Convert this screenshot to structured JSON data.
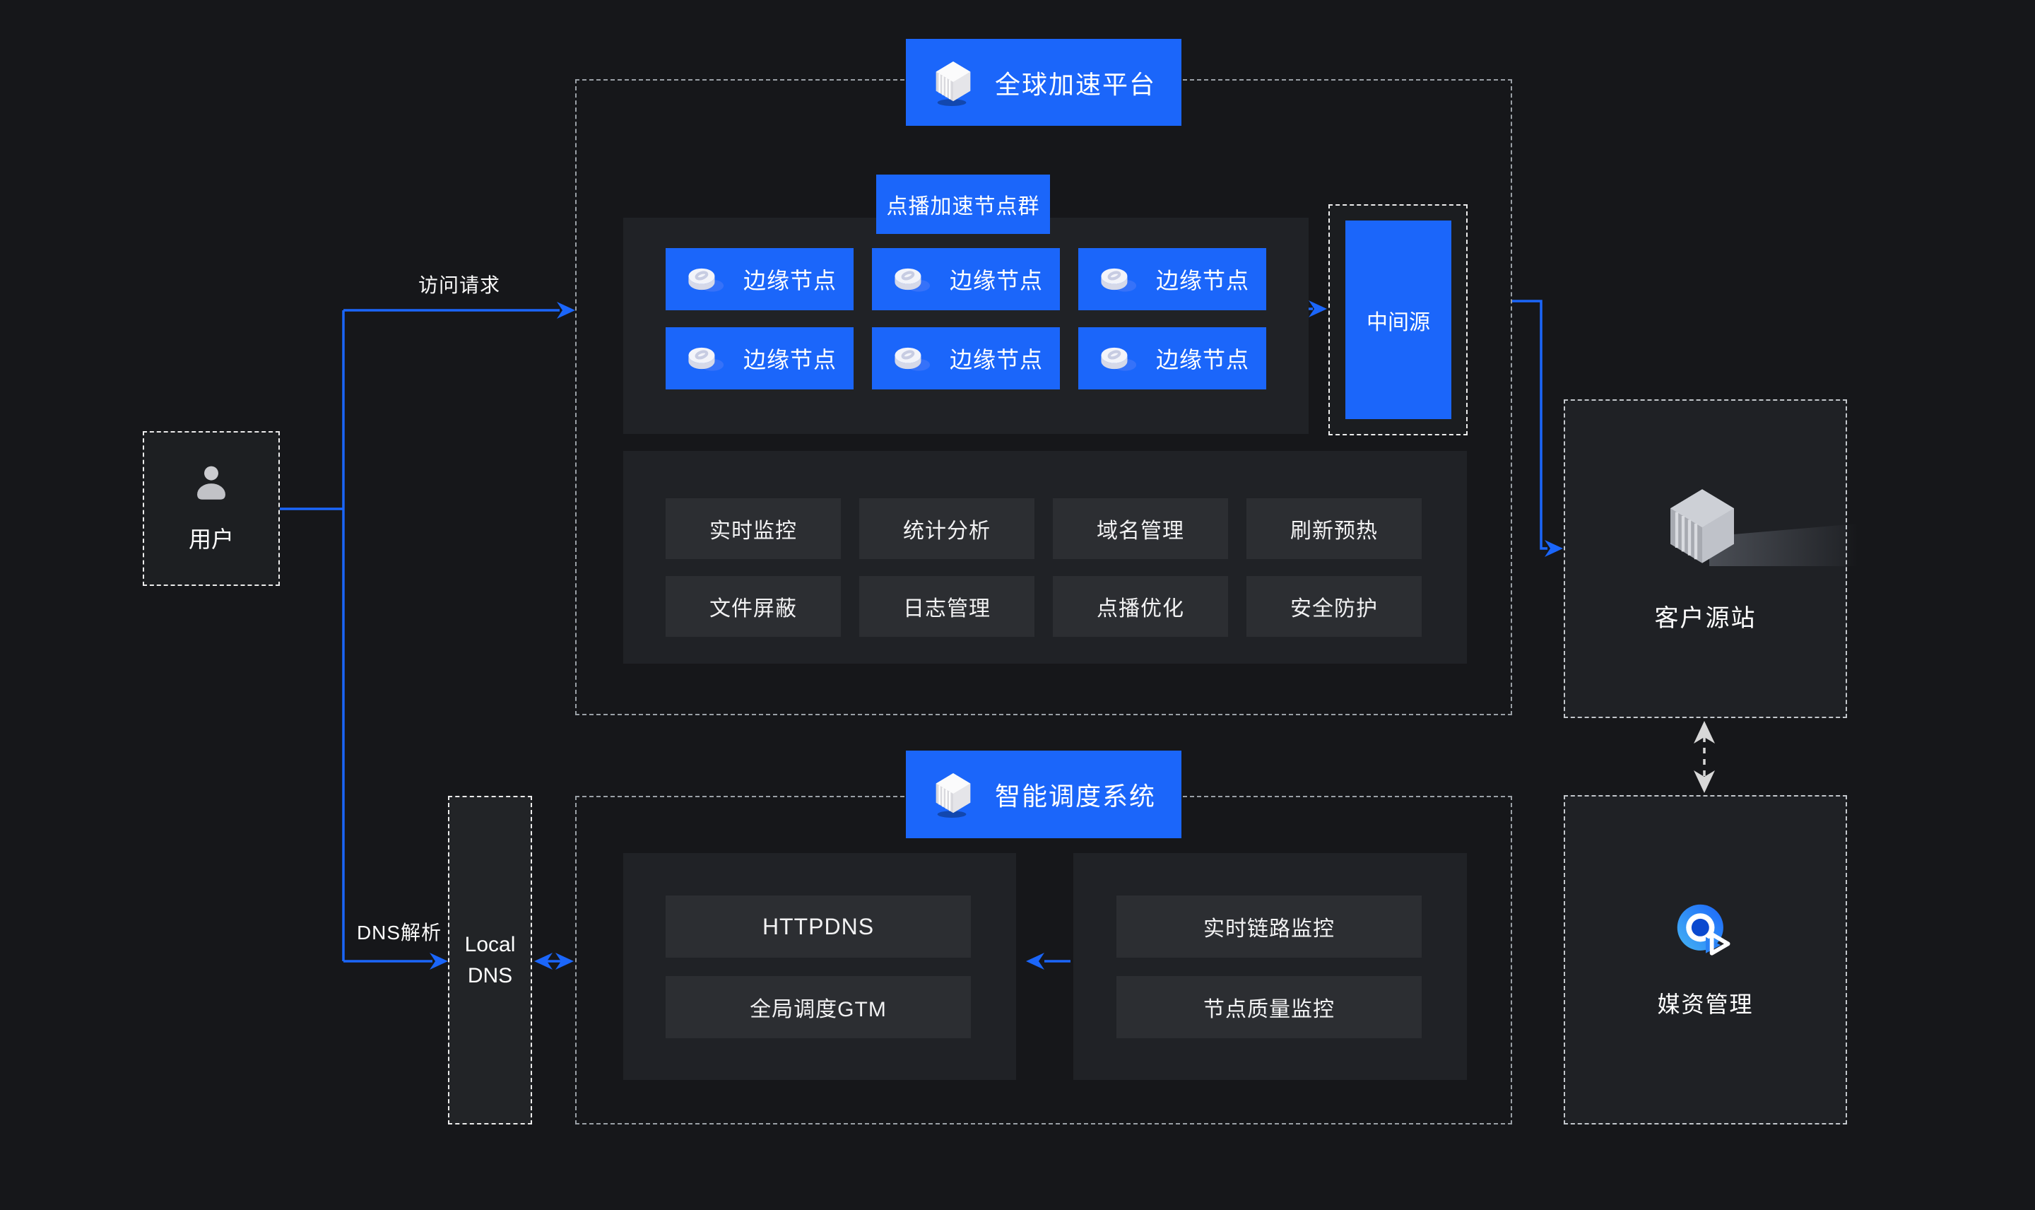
{
  "colors": {
    "accent_blue": "#1b66fa",
    "background": "#16171a",
    "panel": "#202226",
    "chip": "#2c2e32"
  },
  "platform_header": {
    "title": "全球加速平台",
    "icon": "cube-icon"
  },
  "cluster": {
    "title": "点播加速节点群",
    "node_icon": "disc-icon",
    "nodes": [
      "边缘节点",
      "边缘节点",
      "边缘节点",
      "边缘节点",
      "边缘节点",
      "边缘节点"
    ]
  },
  "mid_origin": {
    "label": "中间源"
  },
  "features": [
    "实时监控",
    "统计分析",
    "域名管理",
    "刷新预热",
    "文件屏蔽",
    "日志管理",
    "点播优化",
    "安全防护"
  ],
  "user": {
    "label": "用户",
    "icon": "person-icon"
  },
  "flows": {
    "access_request": "访问请求",
    "dns_resolution": "DNS解析"
  },
  "scheduler": {
    "title": "智能调度系统",
    "icon": "cube-icon",
    "dns_services": [
      "HTTPDNS",
      "全局调度GTM"
    ],
    "monitor_services": [
      "实时链路监控",
      "节点质量监控"
    ]
  },
  "local_dns": {
    "line1": "Local",
    "line2": "DNS"
  },
  "customer_origin": {
    "label": "客户源站",
    "icon": "stacked-cube-icon"
  },
  "media_asset": {
    "label": "媒资管理",
    "icon": "media-play-icon"
  }
}
